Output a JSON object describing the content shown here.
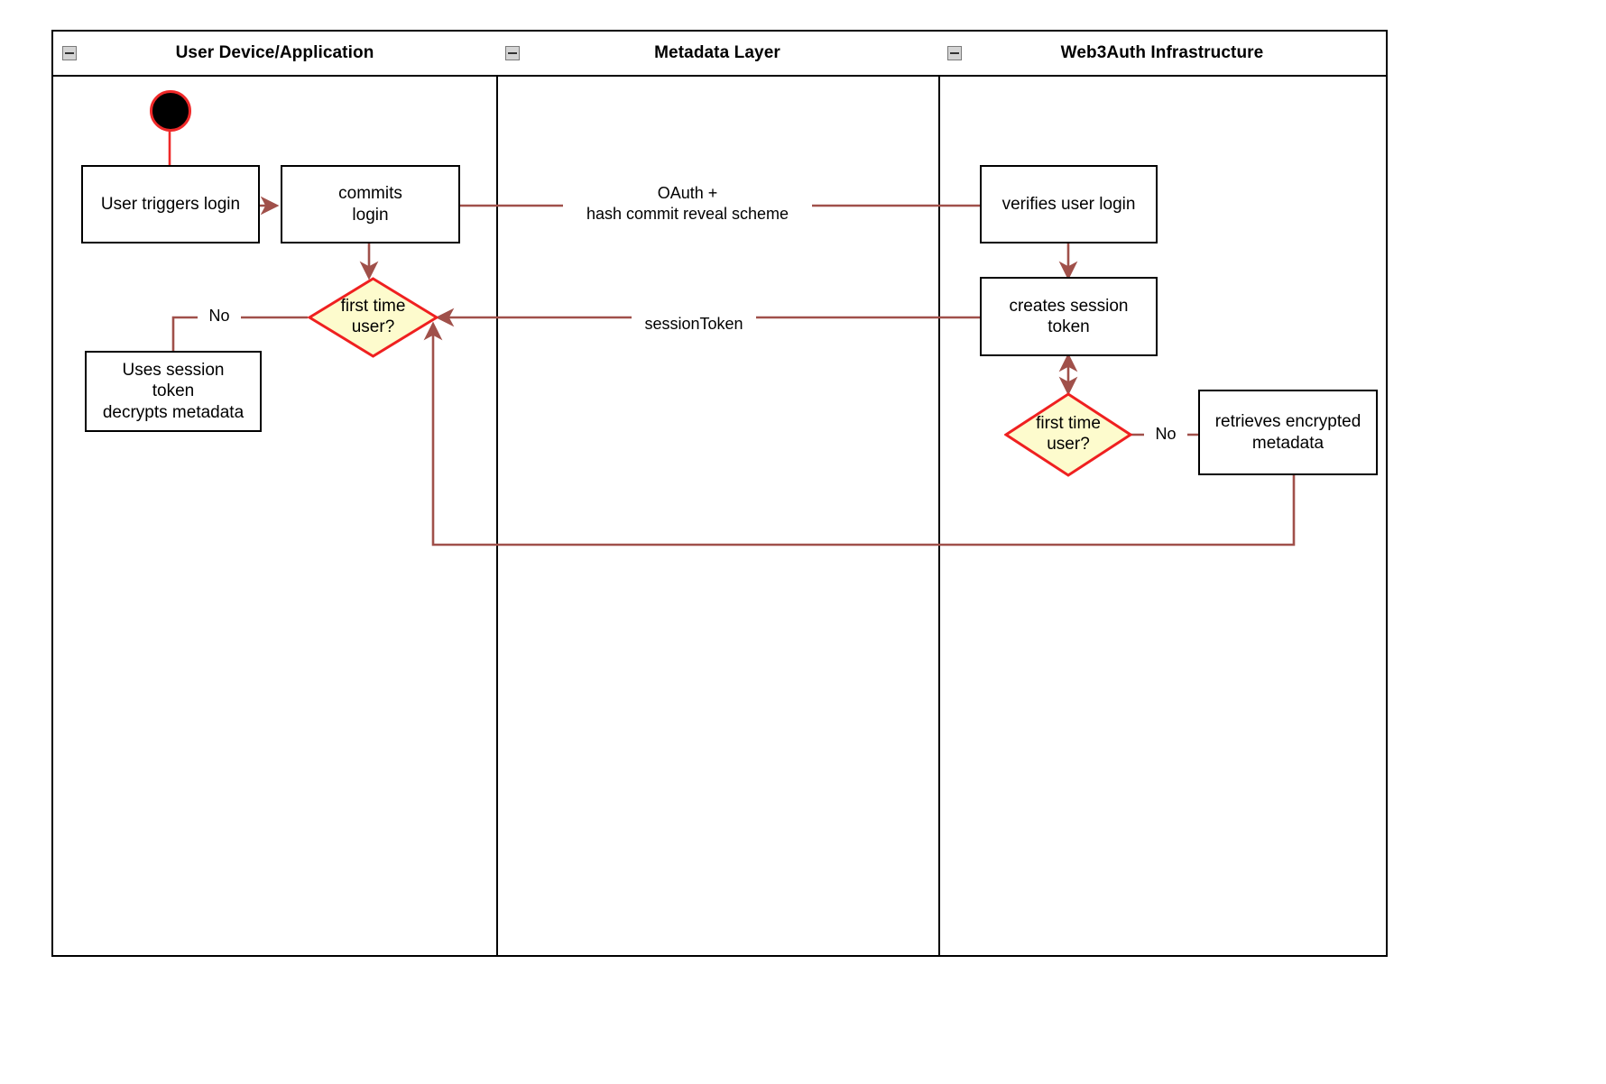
{
  "diagram": {
    "type": "swimlane-activity-diagram",
    "accent_line_color": "#a0504a",
    "decision_fill_color": "#fdfbcd",
    "decision_border_color": "#ef2020",
    "start_node_border_color": "#ef2929",
    "lane_border_color": "#000000"
  },
  "lanes": [
    {
      "id": "user-device",
      "title": "User Device/Application",
      "collapse_icon": "minus-box-icon"
    },
    {
      "id": "metadata-layer",
      "title": "Metadata Layer",
      "collapse_icon": "minus-box-icon"
    },
    {
      "id": "web3auth",
      "title": "Web3Auth Infrastructure",
      "collapse_icon": "minus-box-icon"
    }
  ],
  "nodes": {
    "start": {
      "name": "start-node",
      "shape": "filled-circle",
      "label": ""
    },
    "user_triggers_login": {
      "name": "user-triggers-login",
      "shape": "rectangle",
      "label": "User triggers login"
    },
    "commits_login": {
      "name": "commits-login",
      "shape": "rectangle",
      "label": "commits\nlogin"
    },
    "first_time_user_client": {
      "name": "first-time-user-decision-client",
      "shape": "diamond",
      "label": "first time\nuser?"
    },
    "uses_session_token": {
      "name": "uses-session-token-decrypts-metadata",
      "shape": "rectangle",
      "label": "Uses session\ntoken\ndecrypts metadata"
    },
    "verifies_user_login": {
      "name": "verifies-user-login",
      "shape": "rectangle",
      "label": "verifies user login"
    },
    "creates_session_token": {
      "name": "creates-session-token",
      "shape": "rectangle",
      "label": "creates session\ntoken"
    },
    "first_time_user_server": {
      "name": "first-time-user-decision-server",
      "shape": "diamond",
      "label": "first time\nuser?"
    },
    "retrieves_encrypted_metadata": {
      "name": "retrieves-encrypted-metadata",
      "shape": "rectangle",
      "label": "retrieves encrypted\nmetadata"
    }
  },
  "edge_labels": {
    "oauth": "OAuth +\nhash commit reveal scheme",
    "session_token": "sessionToken",
    "no_client": "No",
    "no_server": "No"
  }
}
